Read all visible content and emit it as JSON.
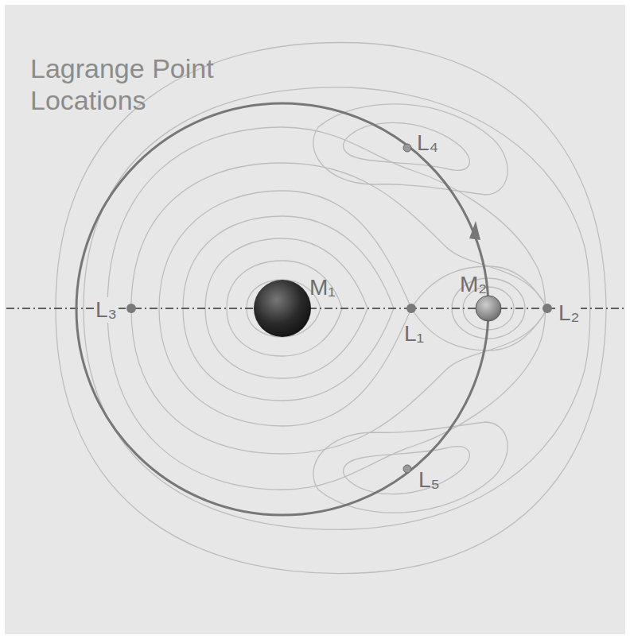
{
  "diagram": {
    "title": "Lagrange Point Locations",
    "labels": [
      "L₄",
      "L₃",
      "M₁",
      "L₁",
      "M₂",
      "L₂",
      "L₅"
    ]
  }
}
